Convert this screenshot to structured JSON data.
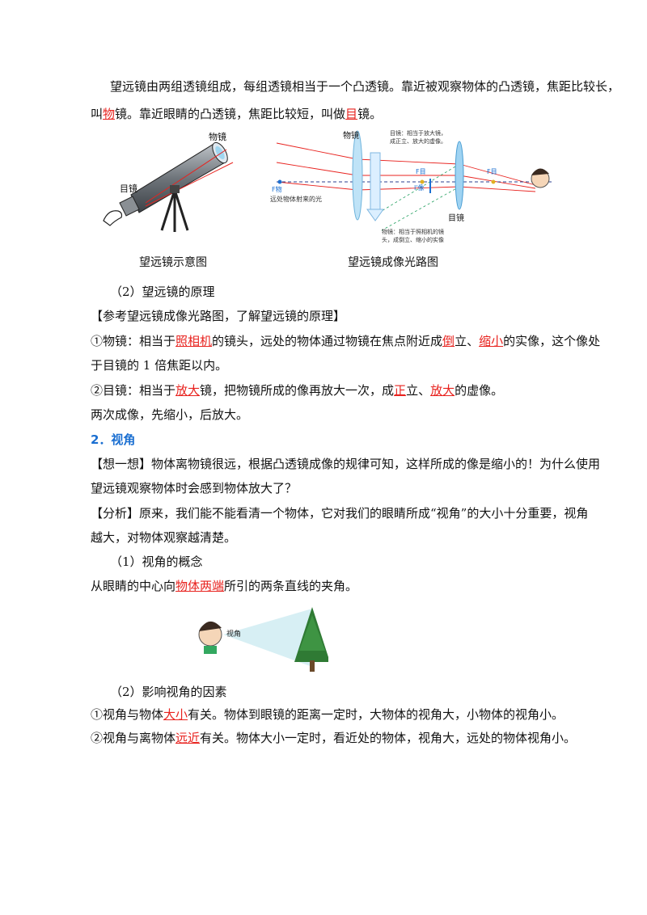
{
  "p1": {
    "a": "望远镜由两组透镜组成，每组透镜相当于一个凸透镜。靠近被观察物体的凸透镜，焦距比较长，",
    "b": "叫",
    "c": "物",
    "d": "镜。靠近眼睛的凸透镜，焦距比较短，叫做",
    "e": "目",
    "f": "镜。"
  },
  "figure1": {
    "label_objective": "物镜",
    "label_eyepiece": "目镜",
    "caption": "望远镜示意图"
  },
  "figure2": {
    "label_objective": "物镜",
    "label_eyepiece": "目镜",
    "note_top_1": "目镜：相当于放大镜，",
    "note_top_2": "成正立、放大的虚像。",
    "note_bottom_1": "物镜：相当于照相机的镜",
    "note_bottom_2": "头，成倒立、缩小的实像",
    "light_label": "远处物体射来的光",
    "f_obj": "F物",
    "f_eye_1": "F目",
    "f_eye_2": "F目",
    "image_label": "I'像",
    "caption": "望远镜成像光路图"
  },
  "s2": {
    "title": "（2）望远镜的原理"
  },
  "s3": {
    "text": "【参考望远镜成像光路图，了解望远镜的原理】"
  },
  "s4": {
    "a": "①物镜：相当于",
    "b": "照相机",
    "c": "的镜头，远处的物体通过物镜在焦点附近成",
    "d": "倒",
    "e": "立、",
    "f": "缩小",
    "g": "的实像，这个像处",
    "h": "于目镜的 1 倍焦距以内。"
  },
  "s5": {
    "a": "②目镜：相当于",
    "b": "放大",
    "c": "镜，把物镜所成的像再放大一次，成",
    "d": "正",
    "e": "立、",
    "f": "放大",
    "g": "的虚像。"
  },
  "s6": {
    "text": "两次成像，先缩小，后放大。"
  },
  "heading2": {
    "text": "2．视角"
  },
  "think": {
    "a": "【想一想】物体离物镜很远，根据凸透镜成像的规律可知，这样所成的像是缩小的！为什么使用",
    "b": "望远镜观察物体时会感到物体放大了？"
  },
  "analysis": {
    "a": "【分析】原来，我们能不能看清一个物体，它对我们的眼睛所成“视角”的大小十分重要，视角",
    "b": "越大，对物体观察越清楚。"
  },
  "concept": {
    "title": "（1）视角的概念",
    "a": "从眼睛的中心向",
    "b": "物体两端",
    "c": "所引的两条直线的夹角。"
  },
  "figure3": {
    "angle_label": "视角"
  },
  "factors": {
    "title": "（2）影响视角的因素",
    "l1a": "①视角与物体",
    "l1b": "大小",
    "l1c": "有关。物体到眼镜的距离一定时，大物体的视角大，小物体的视角小。",
    "l2a": "②视角与离物体",
    "l2b": "远近",
    "l2c": "有关。物体大小一定时，看近处的物体，视角大，远处的物体视角小。"
  },
  "colors": {
    "accent_red": "#e8231f",
    "heading_blue": "#1b6fd1"
  }
}
